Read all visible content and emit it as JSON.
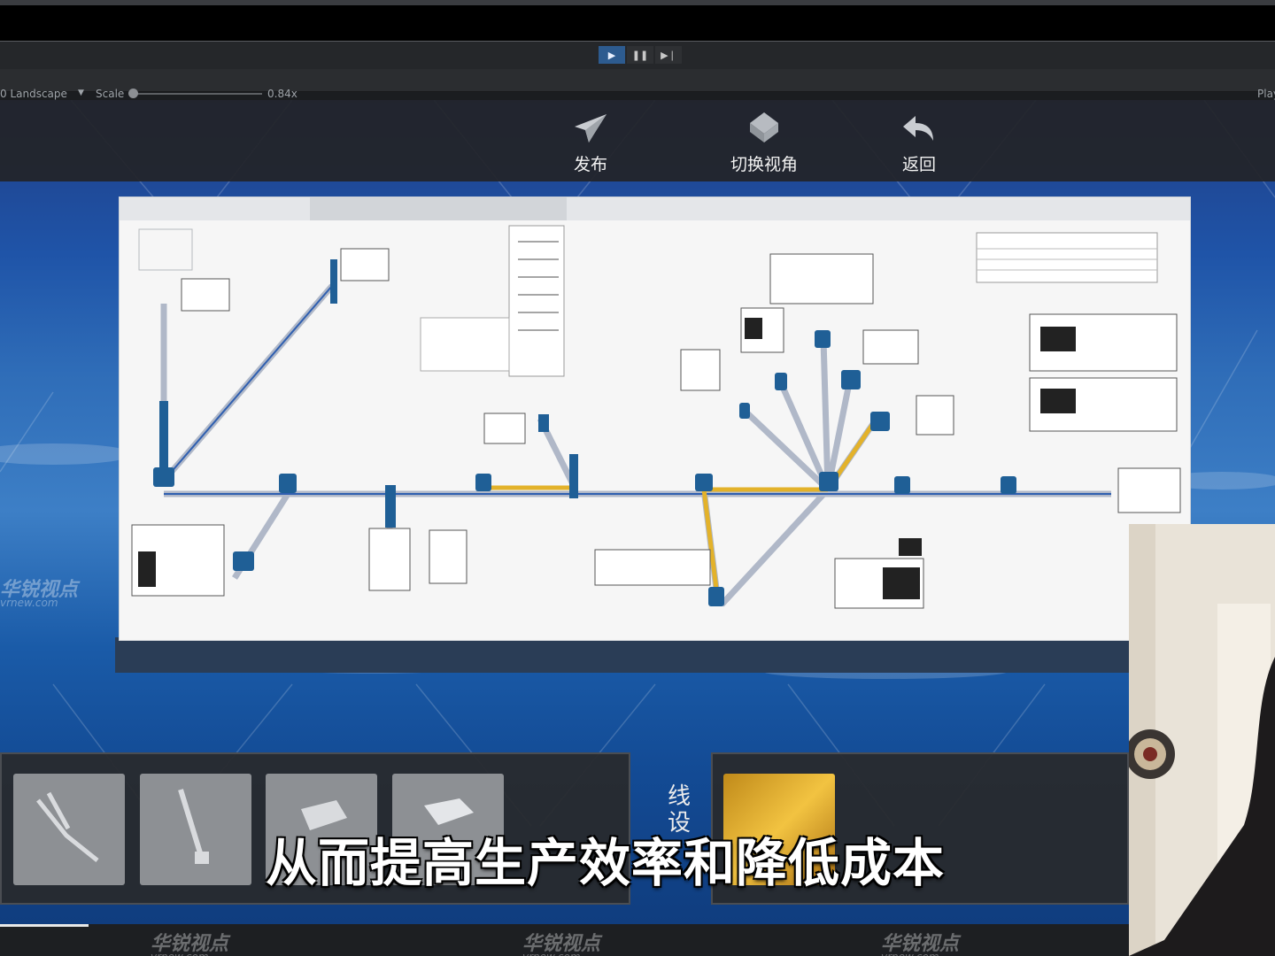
{
  "editor": {
    "orientation": "0 Landscape",
    "scale_label": "Scale",
    "scale_value": "0.84x",
    "play_label": "Play"
  },
  "toolbar": {
    "publish_label": "发布",
    "switch_view_label": "切换视角",
    "back_label": "返回"
  },
  "side_panel": {
    "label": "线设"
  },
  "subtitle": "从而提高生产效率和降低成本",
  "watermark": {
    "brand": "华锐视点",
    "site": "vrnew.com"
  },
  "colors": {
    "toolbar_bg": "#222428",
    "scene_blue": "#2f6db8",
    "harness_yellow": "#e3b22a",
    "connector_blue": "#1f5f96"
  }
}
